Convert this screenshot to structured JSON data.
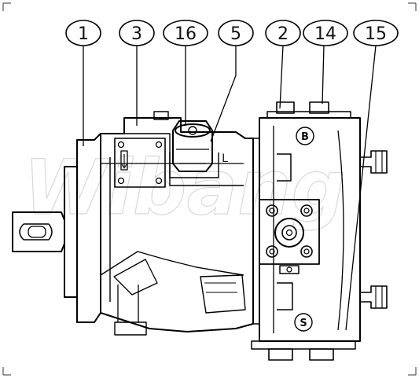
{
  "callouts": [
    {
      "id": "c1",
      "label": "1"
    },
    {
      "id": "c3",
      "label": "3"
    },
    {
      "id": "c16",
      "label": "16"
    },
    {
      "id": "c5",
      "label": "5"
    },
    {
      "id": "c2",
      "label": "2"
    },
    {
      "id": "c14",
      "label": "14"
    },
    {
      "id": "c15",
      "label": "15"
    }
  ],
  "ports": {
    "port_b": "B",
    "port_l": "L",
    "port_s": "S"
  },
  "watermark": "Wibang"
}
